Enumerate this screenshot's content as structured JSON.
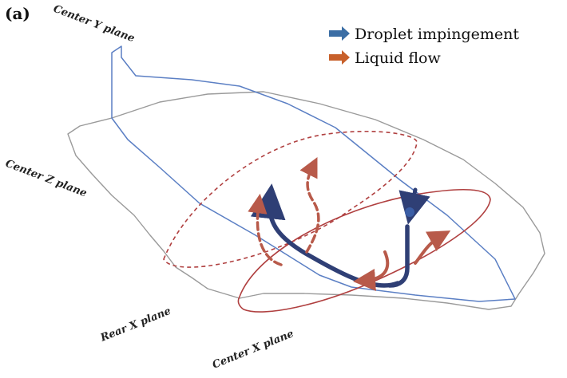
{
  "figure": {
    "panel_label": "(a)",
    "planes": {
      "center_y": "Center Y plane",
      "center_z": "Center Z plane",
      "rear_x": "Rear X plane",
      "center_x": "Center X plane"
    },
    "legend": {
      "items": [
        {
          "label": "Droplet impingement",
          "color": "#3b6ea5"
        },
        {
          "label": "Liquid flow",
          "color": "#c8602a"
        }
      ]
    },
    "colors": {
      "outline_gray": "#9a9a9a",
      "plane_blue": "#5b7fc4",
      "plane_red": "#b04040",
      "arrow_navy": "#2f3f75",
      "arrow_red": "#b85a4a"
    }
  }
}
